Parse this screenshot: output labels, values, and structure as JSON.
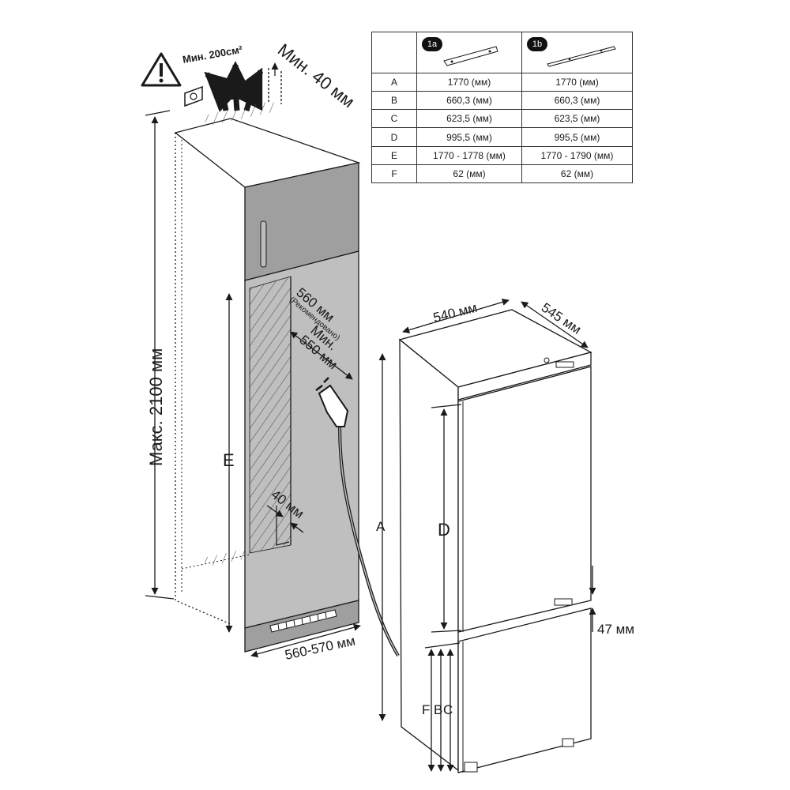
{
  "top_labels": {
    "vent_area": "Мин. 200см²",
    "top_gap": "Мин. 40 мм",
    "max_height": "Макс. 2100 мм",
    "depth_rec": "560 мм",
    "depth_rec_note": "(Рекомендовано)",
    "depth_min_1": "Мин.",
    "depth_min_2": "550 мм",
    "back_gap": "40 мм",
    "niche_width": "560-570 мм",
    "label_E": "E"
  },
  "fridge_labels": {
    "width": "540 мм",
    "depth": "545 мм",
    "label_A": "A",
    "label_D": "D",
    "gap": "47 мм",
    "label_F": "F",
    "label_B": "B",
    "label_C": "C"
  },
  "table": {
    "headers": [
      "",
      "1a",
      "1b"
    ],
    "rows": [
      [
        "A",
        "1770 (мм)",
        "1770 (мм)"
      ],
      [
        "B",
        "660,3 (мм)",
        "660,3 (мм)"
      ],
      [
        "C",
        "623,5 (мм)",
        "623,5 (мм)"
      ],
      [
        "D",
        "995,5 (мм)",
        "995,5 (мм)"
      ],
      [
        "E",
        "1770 - 1778 (мм)",
        "1770 - 1790 (мм)"
      ],
      [
        "F",
        "62 (мм)",
        "62 (мм)"
      ]
    ]
  },
  "colors": {
    "cabinet_fill": "#9f9f9f",
    "panel_fill": "#bfbfbf",
    "line": "#1a1a1a",
    "badge": "#111111"
  }
}
